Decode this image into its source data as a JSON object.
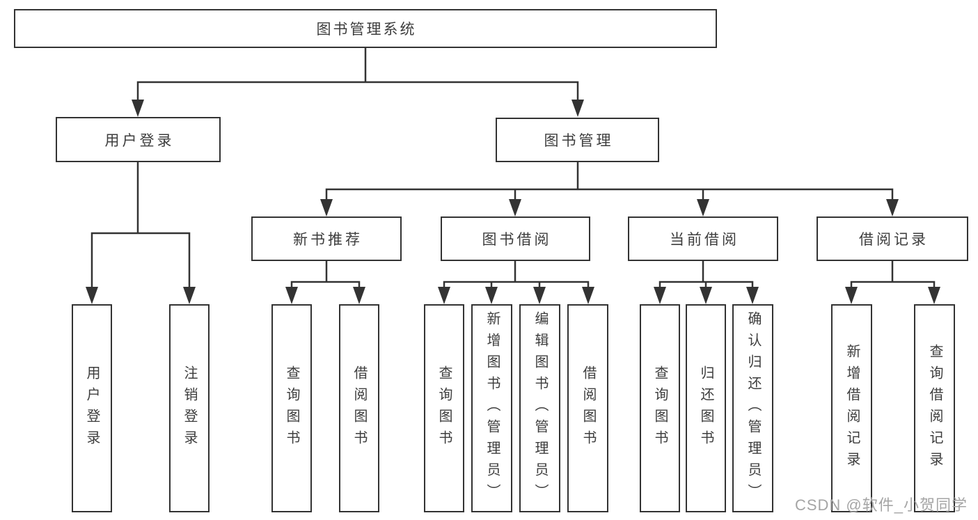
{
  "title": "图书管理系统",
  "watermark": "CSDN @软件_小贺同学",
  "colors": {
    "line": "#333333",
    "text": "#3d3d3d",
    "background": "#ffffff",
    "watermark": "#a5a5a5"
  },
  "nodes": {
    "root": "图书管理系统",
    "user_login": "用户登录",
    "book_mgmt": "图书管理",
    "new_book_rec": "新书推荐",
    "book_borrow": "图书借阅",
    "current_borrow": "当前借阅",
    "borrow_records": "借阅记录",
    "leaf_user_login": "用户登录",
    "leaf_logout": "注销登录",
    "leaf_query_book_rec": "查询图书",
    "leaf_borrow_book_rec": "借阅图书",
    "leaf_query_book_borrow": "查询图书",
    "leaf_add_book": "新增图书（管理员）",
    "leaf_edit_book": "编辑图书（管理员）",
    "leaf_borrow_book_borrow": "借阅图书",
    "leaf_query_book_current": "查询图书",
    "leaf_return_book": "归还图书",
    "leaf_confirm_return": "确认归还（管理员）",
    "leaf_add_borrow_record": "新增借阅记录",
    "leaf_query_borrow_record": "查询借阅记录"
  },
  "structure": {
    "图书管理系统": {
      "用户登录": [
        "用户登录",
        "注销登录"
      ],
      "图书管理": {
        "新书推荐": [
          "查询图书",
          "借阅图书"
        ],
        "图书借阅": [
          "查询图书",
          "新增图书（管理员）",
          "编辑图书（管理员）",
          "借阅图书"
        ],
        "当前借阅": [
          "查询图书",
          "归还图书",
          "确认归还（管理员）"
        ],
        "借阅记录": [
          "新增借阅记录",
          "查询借阅记录"
        ]
      }
    }
  }
}
